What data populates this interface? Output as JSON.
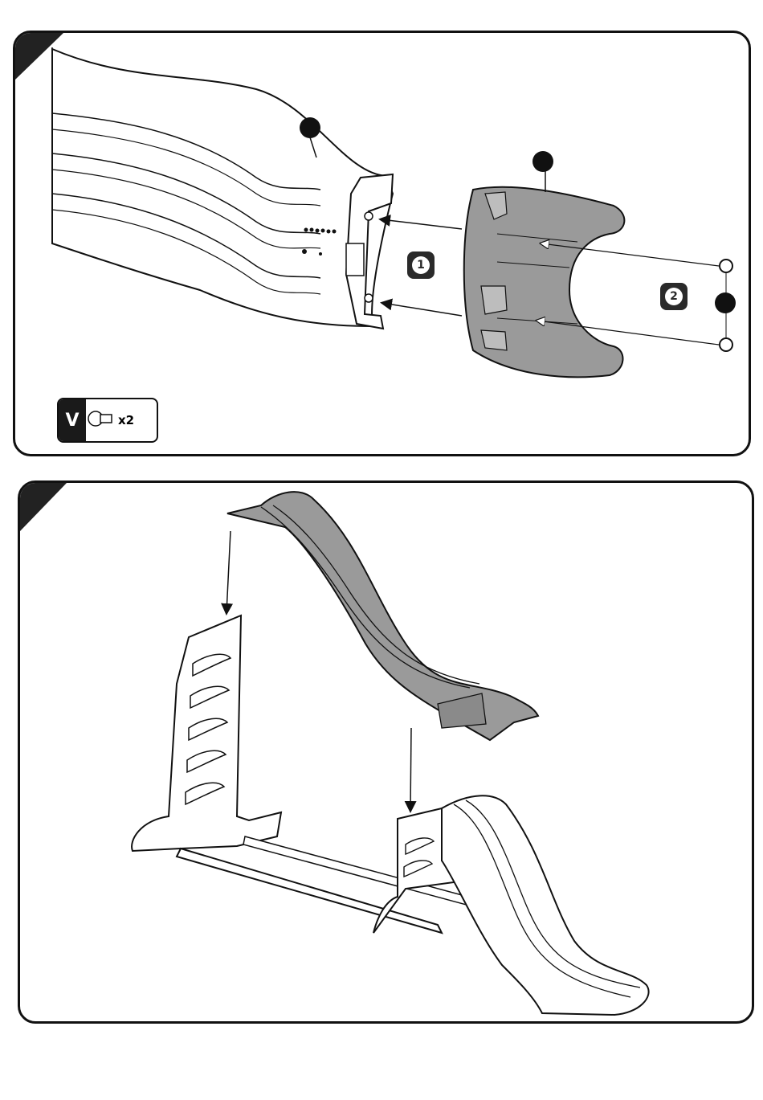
{
  "panels": [
    {
      "steps": [
        {
          "label": "1"
        },
        {
          "label": "2"
        }
      ],
      "part": {
        "letter": "V",
        "quantity": "x2"
      }
    },
    {}
  ]
}
